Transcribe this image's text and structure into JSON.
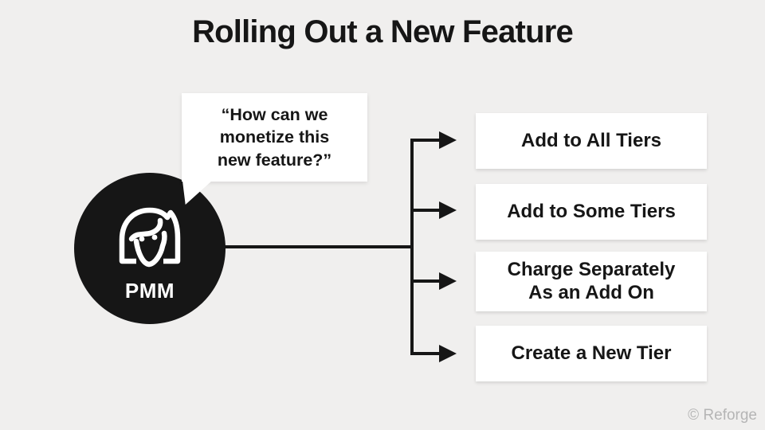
{
  "title": "Rolling Out a New Feature",
  "actor": {
    "label": "PMM",
    "icon": "woman-face-icon",
    "speech": "“How can we monetize this new feature?”",
    "speech_lines": [
      "“How can we",
      "monetize this",
      "new feature?”"
    ]
  },
  "options": [
    {
      "label": "Add to All Tiers",
      "lines": [
        "Add to All Tiers"
      ]
    },
    {
      "label": "Add to Some Tiers",
      "lines": [
        "Add to Some Tiers"
      ]
    },
    {
      "label": "Charge Separately As an Add On",
      "lines": [
        "Charge Separately",
        "As an Add On"
      ]
    },
    {
      "label": "Create a New Tier",
      "lines": [
        "Create a New Tier"
      ]
    }
  ],
  "watermark": "© Reforge",
  "icons": {
    "arrow": "right-arrowhead-icon"
  },
  "colors": {
    "background": "#f0efee",
    "ink": "#161616",
    "box_background": "#ffffff",
    "watermark": "#b5b5b5"
  }
}
